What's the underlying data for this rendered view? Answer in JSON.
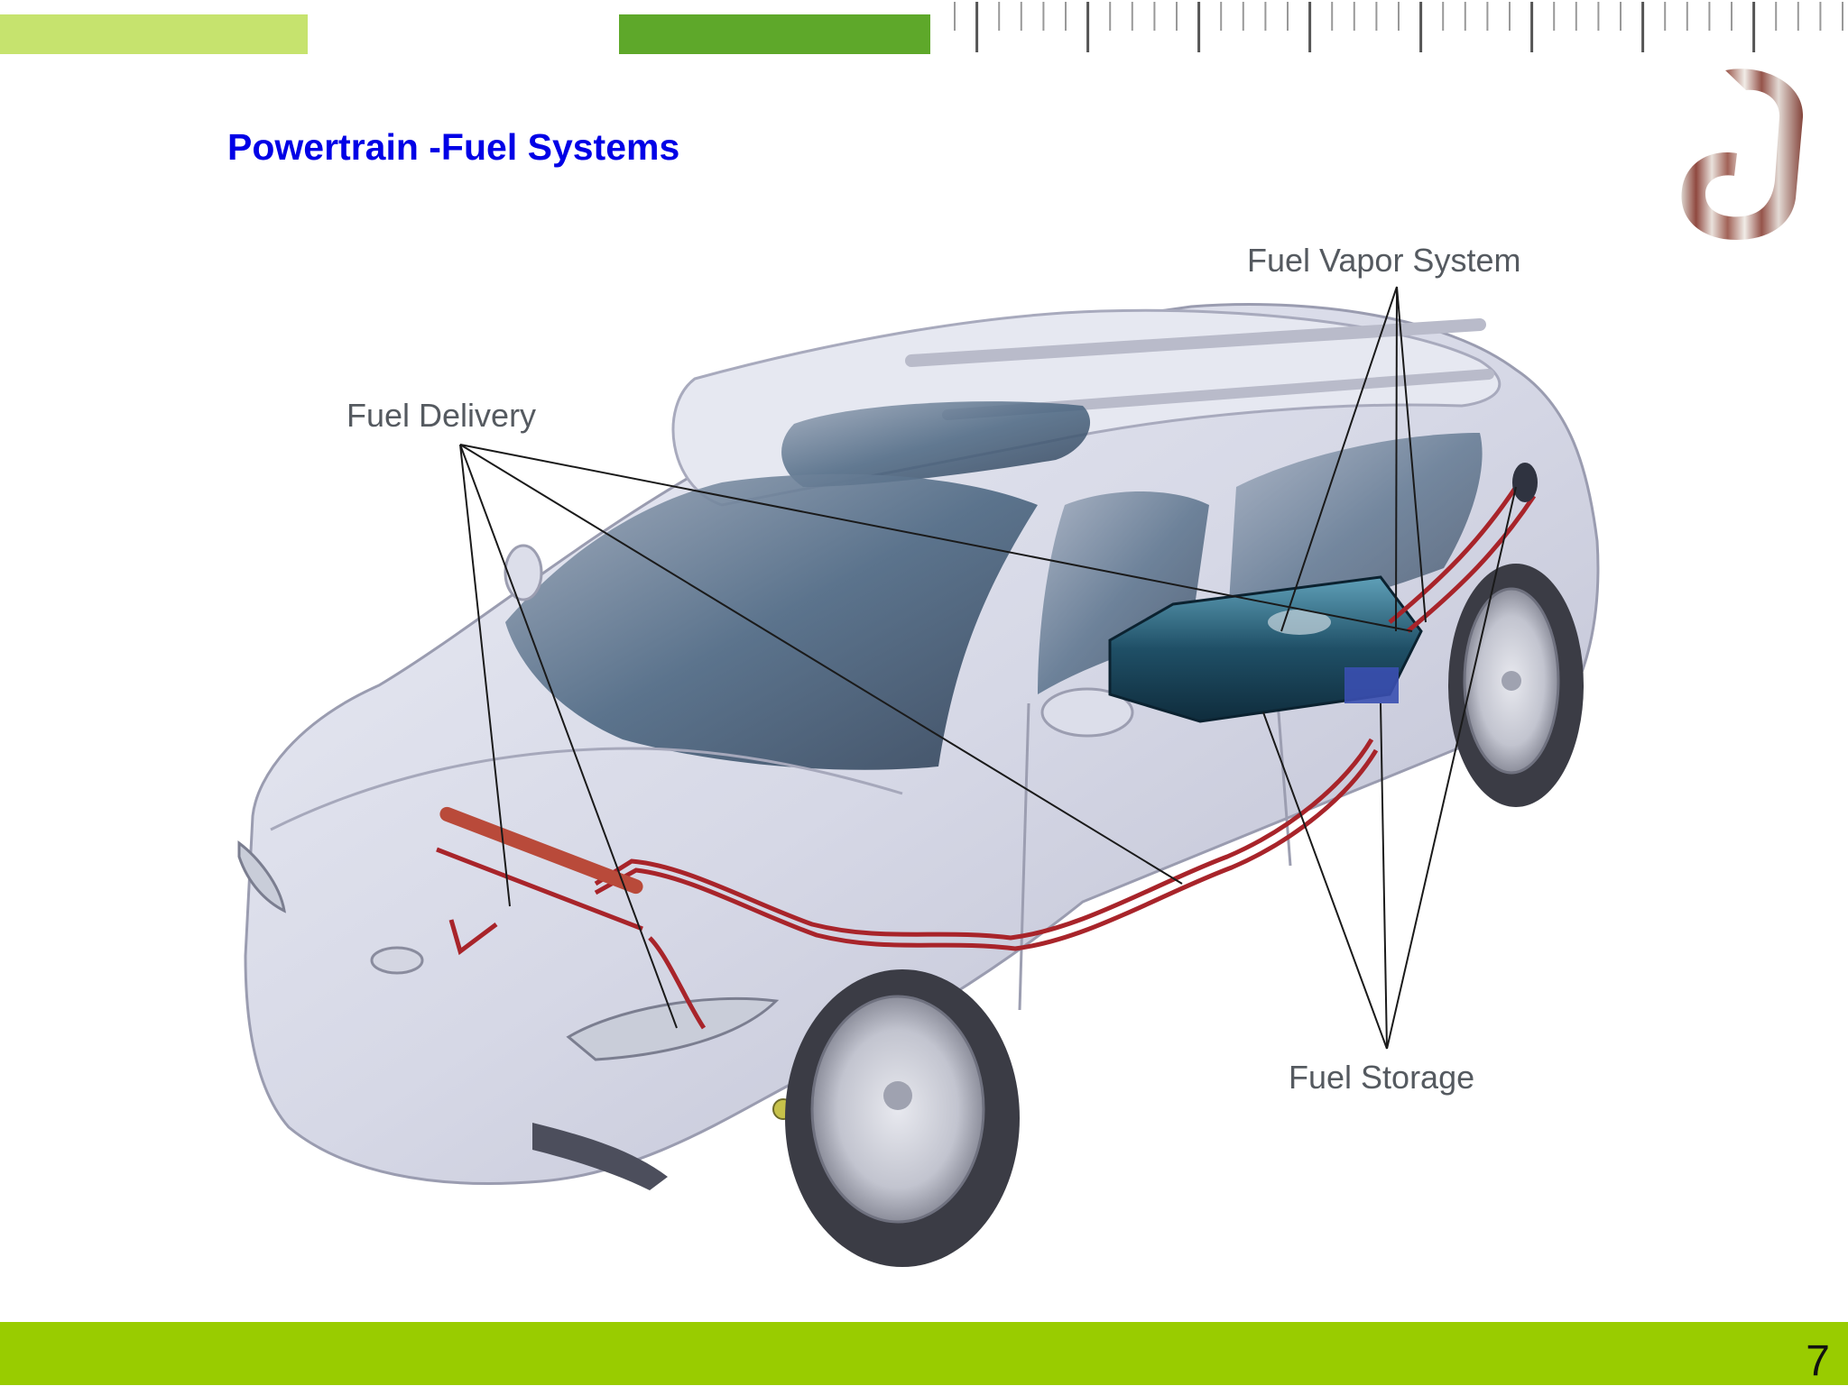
{
  "slide": {
    "title": "Powertrain -Fuel Systems",
    "page_number": "7"
  },
  "diagram": {
    "callouts": {
      "fuel_delivery": "Fuel Delivery",
      "fuel_vapor_system": "Fuel Vapor System",
      "fuel_storage": "Fuel Storage"
    }
  },
  "colors": {
    "bar_light_green": "#c6e36e",
    "bar_dark_green": "#5ea82a",
    "footer_green": "#99cc00",
    "title_blue": "#0000e6",
    "fuel_line_red": "#a8242a",
    "callout_text": "#555a60"
  }
}
